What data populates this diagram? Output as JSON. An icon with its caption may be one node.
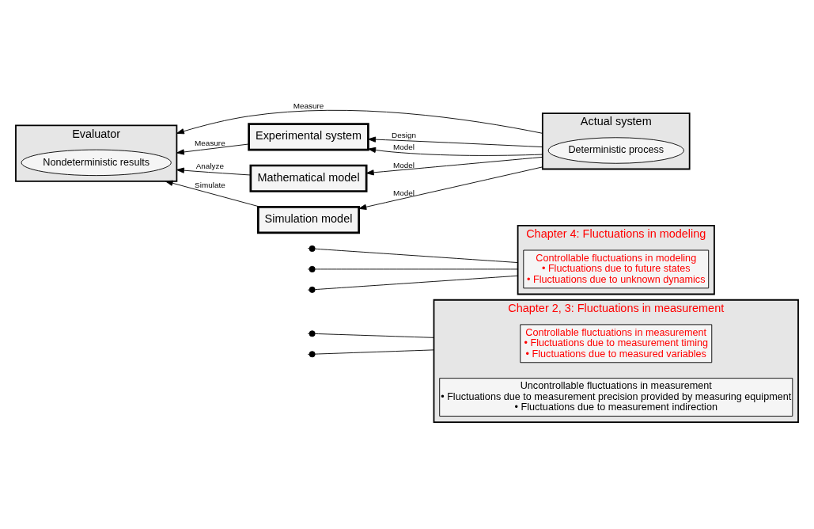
{
  "diagram": {
    "nodes": [
      {
        "text": [
          "Chapter 2, 3: Fluctuations in measurement"
        ]
      },
      {
        "text": [
          "Controllable fluctuations in measurement",
          "• Fluctuations due to measurement timing",
          "• Fluctuations due to measured variables"
        ],
        "in": 0
      },
      {
        "text": [
          "Uncontrollable fluctuations in measurement",
          "• Fluctuations due to measurement precision provided by measuring equipment",
          "• Fluctuations due to measurement indirection"
        ],
        "in": 0
      },
      {
        "text": [
          "Chapter 4: Fluctuations in modeling"
        ]
      },
      {
        "text": [
          "Controllable fluctuations in modeling",
          "• Fluctuations due to future states",
          "• Fluctuations due to unknown dynamics"
        ],
        "in": 3
      },
      {
        "text": [
          "Evaluator"
        ]
      },
      {
        "text": [
          "Nondeterministic results"
        ],
        "in": 5
      },
      {
        "text": [
          "Actual system"
        ]
      },
      {
        "text": [
          "Deterministic process"
        ],
        "in": 7
      },
      {
        "text": [
          "Experimental system"
        ]
      },
      {
        "text": [
          "Mathematical model"
        ]
      },
      {
        "text": [
          "Simulation model"
        ]
      }
    ],
    "edges": [
      {
        "from": 7,
        "to": 5,
        "arrow": "to",
        "label": "Measure"
      },
      {
        "from": 7,
        "to": 9,
        "arrow": "to",
        "label": "Design"
      },
      {
        "from": 7,
        "to": 9,
        "arrow": "to",
        "label": "Model"
      },
      {
        "from": 9,
        "to": 5,
        "arrow": "to",
        "label": "Measure"
      },
      {
        "from": 7,
        "to": 10,
        "arrow": "to",
        "label": "Model"
      },
      {
        "from": 10,
        "to": 5,
        "arrow": "to",
        "label": "Analyze"
      },
      {
        "from": 7,
        "to": 11,
        "arrow": "to",
        "label": "Model"
      },
      {
        "from": 11,
        "to": 5,
        "arrow": "to",
        "label": "Simulate"
      },
      {
        "from": 0,
        "to": null,
        "arrow": "other"
      },
      {
        "from": 0,
        "to": null,
        "arrow": "other"
      },
      {
        "from": 3,
        "to": null,
        "arrow": "other"
      },
      {
        "from": 3,
        "to": null,
        "arrow": "other"
      },
      {
        "from": 3,
        "to": null,
        "arrow": "other"
      }
    ]
  }
}
